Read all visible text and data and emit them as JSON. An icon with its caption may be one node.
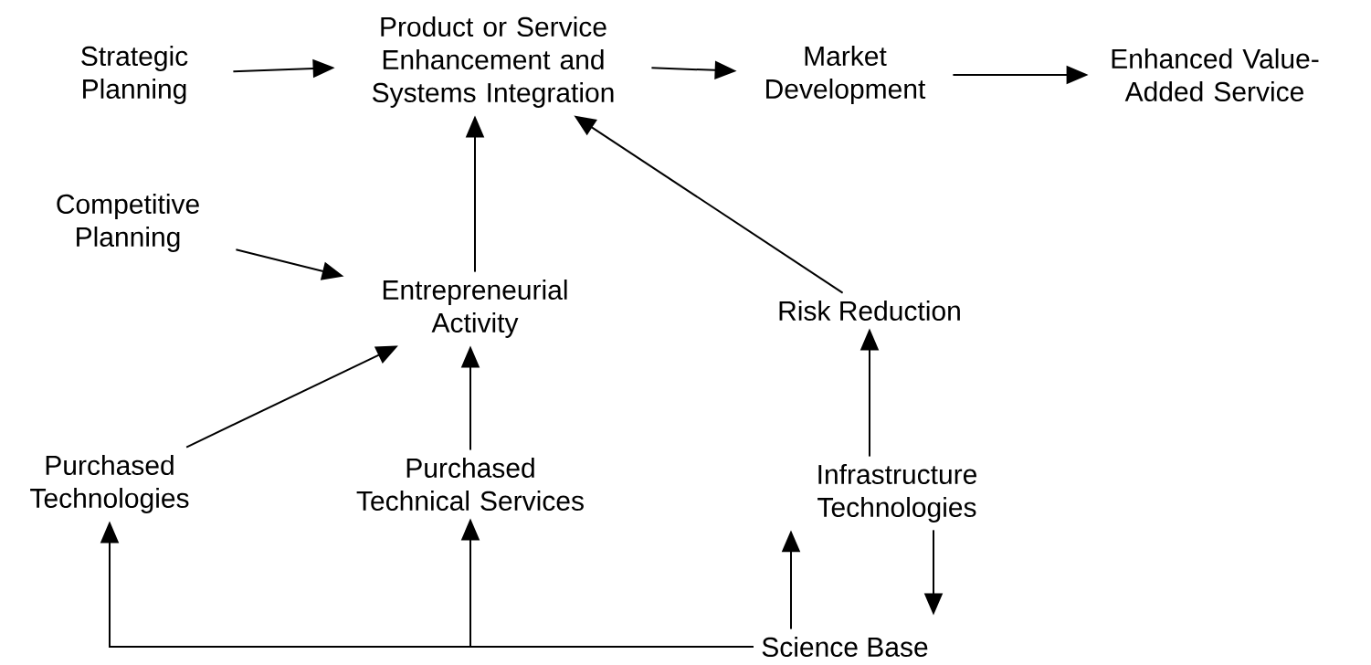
{
  "diagram": {
    "nodes": [
      {
        "text": [
          "Strategic Planning"
        ]
      },
      {
        "text": [
          "Product or Service Enhancement and Systems Integration"
        ]
      },
      {
        "text": [
          "Market Development"
        ]
      },
      {
        "text": [
          "Enhanced Value-Added Service"
        ]
      },
      {
        "text": [
          "Competitive Planning"
        ]
      },
      {
        "text": [
          "Entrepreneurial Activity"
        ]
      },
      {
        "text": [
          "Risk Reduction"
        ]
      },
      {
        "text": [
          "Purchased Technologies"
        ]
      },
      {
        "text": [
          "Purchased Technical Services"
        ]
      },
      {
        "text": [
          "Infrastructure Technologies"
        ]
      },
      {
        "text": [
          "Science Base"
        ]
      }
    ],
    "edges": [
      {
        "from": 0,
        "to": 1,
        "arrow": "to"
      },
      {
        "from": 1,
        "to": 2,
        "arrow": "to"
      },
      {
        "from": 2,
        "to": 3,
        "arrow": "to"
      },
      {
        "from": 5,
        "to": 1,
        "arrow": "to"
      },
      {
        "from": 6,
        "to": 1,
        "arrow": "to"
      },
      {
        "from": 4,
        "to": 5,
        "arrow": "to"
      },
      {
        "from": 7,
        "to": 5,
        "arrow": "to"
      },
      {
        "from": 8,
        "to": 5,
        "arrow": "to"
      },
      {
        "from": 9,
        "to": 6,
        "arrow": "to"
      },
      {
        "from": 10,
        "to": 7,
        "arrow": "to"
      },
      {
        "from": 10,
        "to": 8,
        "arrow": "to"
      },
      {
        "from": 10,
        "to": 9,
        "arrow": "to"
      },
      {
        "from": 9,
        "to": 10,
        "arrow": "to"
      }
    ]
  }
}
